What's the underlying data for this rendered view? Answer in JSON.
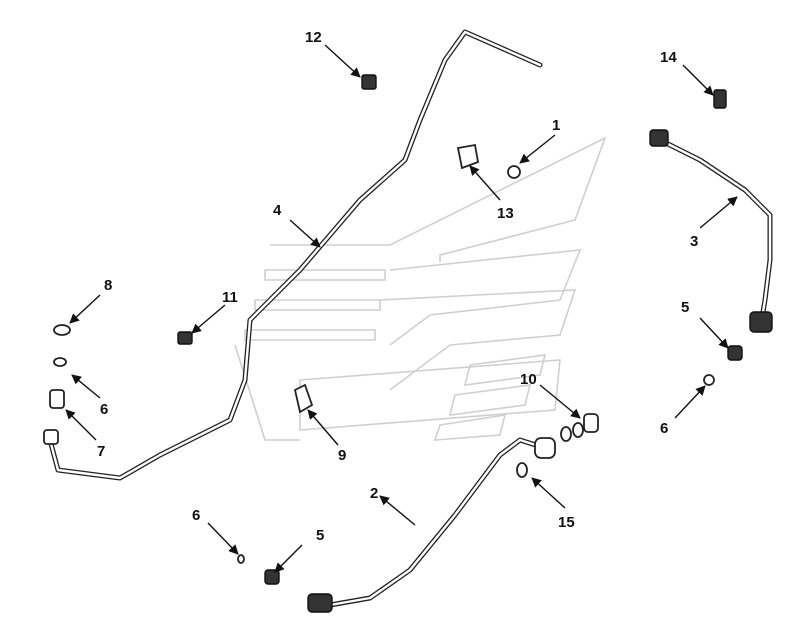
{
  "diagram": {
    "callouts": [
      "1",
      "2",
      "3",
      "4",
      "5",
      "5",
      "6",
      "6",
      "6",
      "7",
      "8",
      "9",
      "10",
      "11",
      "12",
      "13",
      "14",
      "15"
    ]
  }
}
